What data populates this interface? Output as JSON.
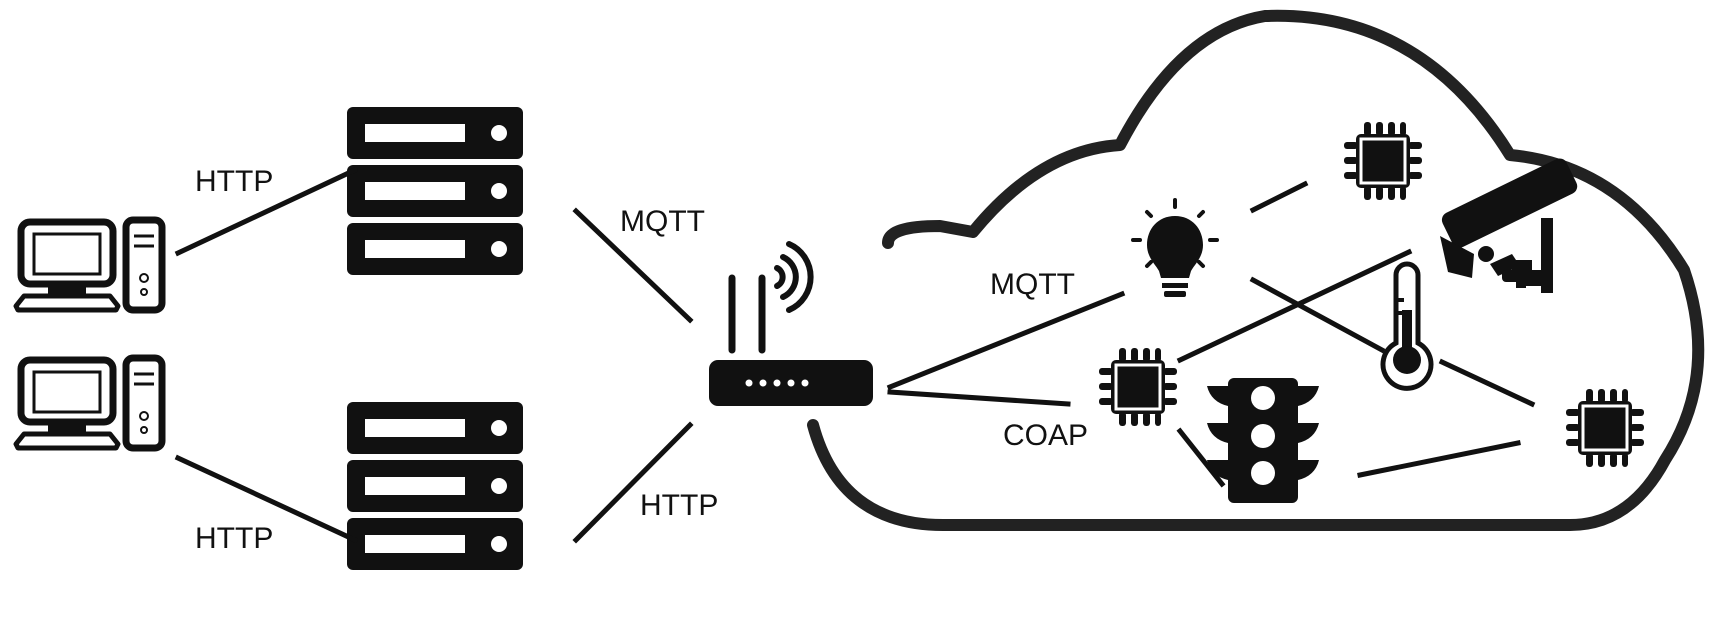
{
  "colors": {
    "ink": "#111111",
    "cloud": "#222222",
    "background": "#ffffff"
  },
  "labels": {
    "http_left_top": "HTTP",
    "http_left_bottom": "HTTP",
    "mqtt_server_router": "MQTT",
    "http_server_router": "HTTP",
    "mqtt_cloud": "MQTT",
    "coap_cloud": "COAP"
  },
  "icons": {
    "clients": [
      "desktop-computer-icon",
      "desktop-computer-icon"
    ],
    "servers": [
      "server-rack-icon",
      "server-rack-icon"
    ],
    "gateway": "wifi-router-icon",
    "cloud_devices": [
      "microchip-icon",
      "light-bulb-icon",
      "security-camera-icon",
      "thermometer-icon",
      "traffic-light-icon",
      "microchip-icon",
      "microchip-icon"
    ]
  }
}
